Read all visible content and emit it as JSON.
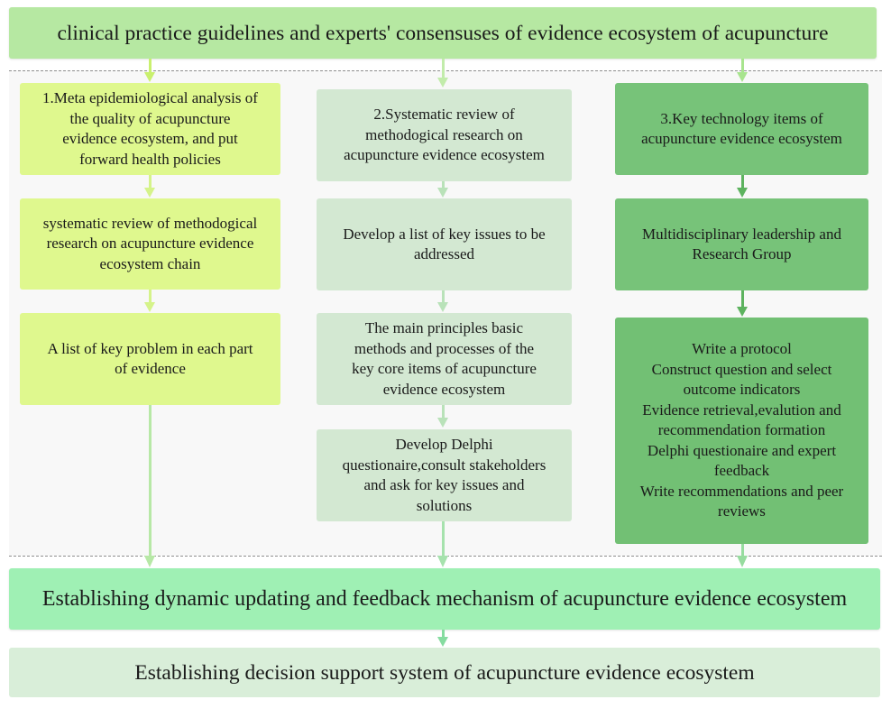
{
  "header": {
    "title": "clinical practice guidelines and experts' consensuses of evidence ecosystem of acupuncture"
  },
  "columns": [
    {
      "steps": [
        "1.Meta epidemiological analysis of\nthe quality of acupuncture\nevidence ecosystem, and put\nforward health policies",
        "systematic review of methodogical\nresearch on acupuncture evidence\necosystem chain",
        "A list of key problem in each part\nof evidence"
      ]
    },
    {
      "steps": [
        "2.Systematic review of\nmethodogical research on\nacupuncture evidence ecosystem",
        "Develop a list of key issues to be\naddressed",
        "The main principles basic\nmethods and processes of the\nkey  core items of acupuncture\nevidence ecosystem",
        "Develop Delphi\nquestionaire,consult stakeholders\nand ask for key issues and\nsolutions"
      ]
    },
    {
      "steps": [
        "3.Key technology items of\nacupuncture evidence ecosystem",
        "Multidisciplinary leadership and\nResearch Group",
        "Write a protocol\nConstruct question and select\noutcome indicators\nEvidence retrieval,evalution and\nrecommendation formation\nDelphi questionaire and expert\nfeedback\nWrite recommendations and peer\nreviews"
      ]
    }
  ],
  "footer": {
    "mechanism": "Establishing dynamic updating and feedback mechanism of acupuncture evidence ecosystem",
    "decision": "Establishing decision support system of acupuncture evidence ecosystem"
  },
  "colors": {
    "column1": "#dff88e",
    "column2": "#d3e8d2",
    "column3": "#77c379",
    "arrow1": "#c9f06e",
    "arrow2": "#b9e2b9",
    "arrow3": "#5db35f"
  }
}
